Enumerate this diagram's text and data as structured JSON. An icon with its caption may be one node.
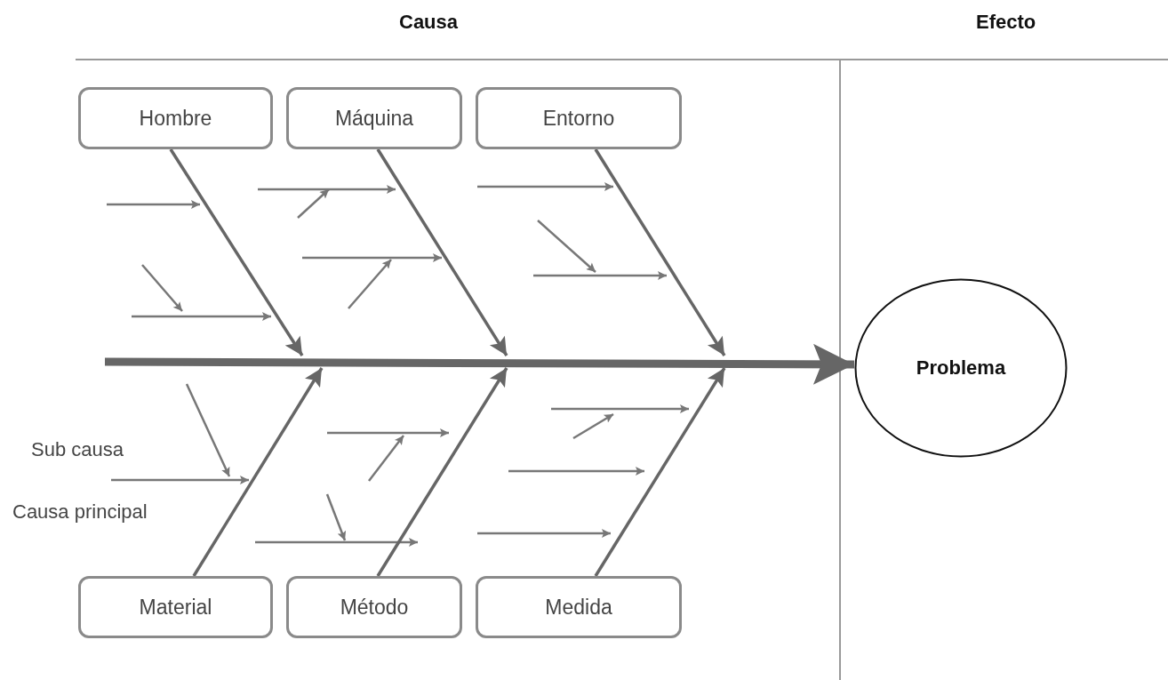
{
  "diagram": {
    "nodes": [
      {
        "text": [
          "Hombre"
        ]
      },
      {
        "text": [
          "Máquina"
        ]
      },
      {
        "text": [
          "Entorno"
        ]
      },
      {
        "text": [
          "Material"
        ]
      },
      {
        "text": [
          "Método"
        ]
      },
      {
        "text": [
          "Medida"
        ]
      },
      {
        "text": [
          "Problema"
        ]
      }
    ],
    "edges": [
      {
        "from": 0,
        "to": null,
        "arrow": "to"
      },
      {
        "from": 1,
        "to": null,
        "arrow": "to"
      },
      {
        "from": 2,
        "to": null,
        "arrow": "to"
      },
      {
        "from": 3,
        "to": null,
        "arrow": "to"
      },
      {
        "from": 4,
        "to": null,
        "arrow": "to"
      },
      {
        "from": 5,
        "to": null,
        "arrow": "to"
      },
      {
        "from": null,
        "to": 6,
        "arrow": "to",
        "style": "thick"
      }
    ],
    "labels": [
      "Causa",
      "Efecto",
      "Sub causa",
      "Causa principal"
    ]
  }
}
